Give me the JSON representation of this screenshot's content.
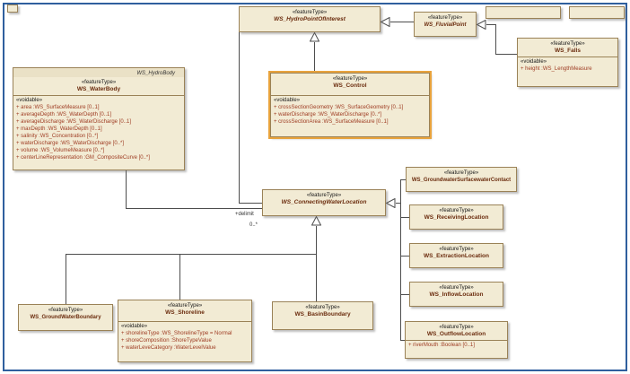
{
  "diagram": {
    "frame_color": "#2f5f9e",
    "box_fill": "#f2ebd4",
    "box_border": "#9a8257",
    "selected_border": "#e8a33d",
    "name_color": "#6b2c0e",
    "attr_color": "#9e3b22"
  },
  "classes": {
    "hydro_point_of_interest": {
      "stereotype": "«featureType»",
      "name": "WS_HydroPointOfInterest"
    },
    "fluvial_point": {
      "stereotype": "«featureType»",
      "name": "WS_FluvialPoint"
    },
    "falls": {
      "stereotype": "«featureType»",
      "name": "WS_Falls",
      "voidable": "«voidable»",
      "attrs": [
        "+  height :WS_LengthMeasure"
      ]
    },
    "water_body": {
      "parent": "WS_HydroBody",
      "stereotype": "«featureType»",
      "name": "WS_WaterBody",
      "voidable": "«voidable»",
      "attrs": [
        "+  area :WS_SurfaceMeasure [0..1]",
        "+  averageDepth :WS_WaterDepth [0..1]",
        "+  averageDischarge :WS_WaterDischarge [0..1]",
        "+  maxDepth :WS_WaterDepth [0..1]",
        "+  salinity :WS_Concentration [0..*]",
        "+  waterDischarge :WS_WaterDischarge [0..*]",
        "+  volume :WS_VolumeMeasure [0..*]",
        "+  centerLineRepresentation :GM_CompositeCurve [0..*]"
      ]
    },
    "control": {
      "stereotype": "«featureType»",
      "name": "WS_Control",
      "voidable": "«voidable»",
      "attrs": [
        "+  crossSectionGeometry :WS_SurfaceGeometry [0..1]",
        "+  waterDischarge :WS_WaterDischarge [0..*]",
        "+  crossSectionArea :WS_SurfaceMeasure [0..1]"
      ]
    },
    "connecting_water_location": {
      "stereotype": "«featureType»",
      "name": "WS_ConnectingWaterLocation"
    },
    "groundwater_surfacewater_contact": {
      "stereotype": "«featureType»",
      "name": "WS_GroundwaterSurfacewaterContact"
    },
    "receiving_location": {
      "stereotype": "«featureType»",
      "name": "WS_ReceivingLocation"
    },
    "extraction_location": {
      "stereotype": "«featureType»",
      "name": "WS_ExtractionLocation"
    },
    "inflow_location": {
      "stereotype": "«featureType»",
      "name": "WS_InflowLocation"
    },
    "outflow_location": {
      "stereotype": "«featureType»",
      "name": "WS_OutflowLocation",
      "attrs": [
        "+  riverMouth :Boolean [0..1]"
      ]
    },
    "ground_water_boundary": {
      "stereotype": "«featureType»",
      "name": "WS_GroundWaterBoundary"
    },
    "shoreline": {
      "stereotype": "«featureType»",
      "name": "WS_Shoreline",
      "voidable": "«voidable»",
      "attrs": [
        "+  shorelineType :WS_ShorelineType = Normal",
        "+  shoreComposition :ShoreTypeValue",
        "+  waterLeveCategory :WaterLevelValue"
      ]
    },
    "basin_boundary": {
      "stereotype": "«featureType»",
      "name": "WS_BasinBoundary"
    }
  },
  "edges": {
    "delimit_label": "+delimit",
    "delimit_mult": "0..*"
  }
}
